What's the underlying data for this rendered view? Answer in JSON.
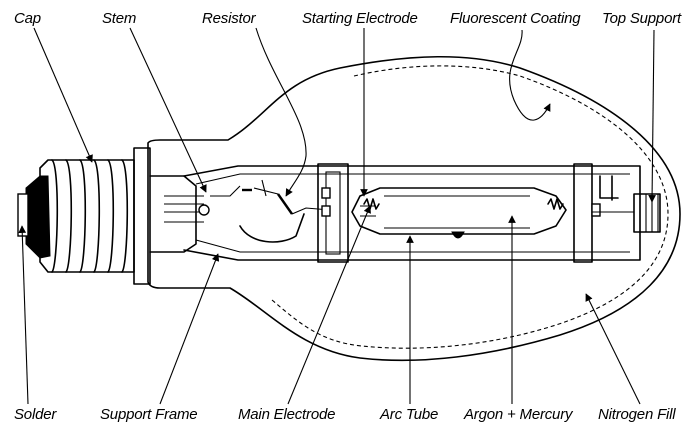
{
  "labels": {
    "cap": "Cap",
    "stem": "Stem",
    "resistor": "Resistor",
    "starting_electrode": "Starting Electrode",
    "fluorescent_coating": "Fluorescent Coating",
    "top_support": "Top Support",
    "solder": "Solder",
    "support_frame": "Support Frame",
    "main_electrode": "Main Electrode",
    "arc_tube": "Arc Tube",
    "argon_mercury": "Argon + Mercury",
    "nitrogen_fill": "Nitrogen Fill"
  },
  "colors": {
    "ink": "#000000",
    "background": "#ffffff"
  }
}
